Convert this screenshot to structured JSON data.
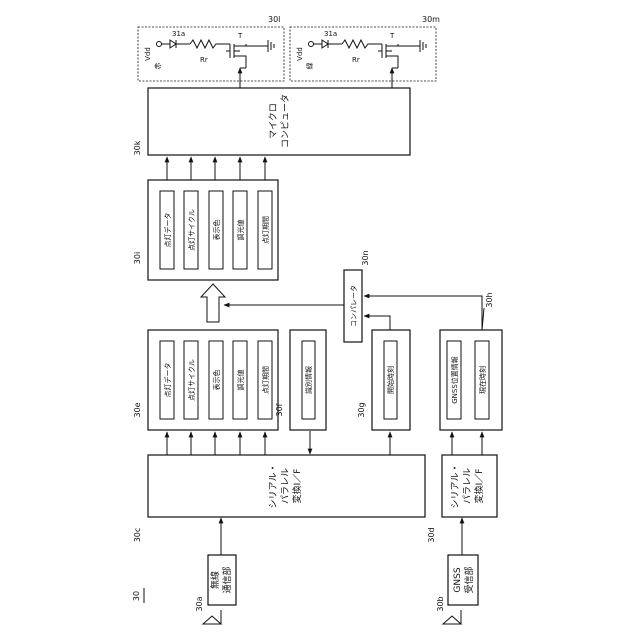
{
  "figure_ref": "30",
  "blocks": {
    "wireless": {
      "ref": "30a",
      "label_lines": [
        "無線",
        "通信部"
      ]
    },
    "gnss_receiver": {
      "ref": "30b",
      "label_lines": [
        "GNSS",
        "受信部"
      ]
    },
    "serial_parallel_main": {
      "ref": "30c",
      "label_lines": [
        "シリアル・",
        "パラレル",
        "変換I／F"
      ]
    },
    "serial_parallel_gnss": {
      "ref": "30d",
      "label_lines": [
        "シリアル・",
        "パラレル",
        "変換I／F"
      ]
    },
    "registers_30e": {
      "ref": "30e",
      "fields": [
        "点灯データ",
        "点灯サイクル",
        "表示色",
        "調光値",
        "点灯期間"
      ]
    },
    "id_info": {
      "ref": "30f",
      "field": "識別情報"
    },
    "start_time": {
      "ref": "30g",
      "field": "開始時刻"
    },
    "gnss_info": {
      "ref": "30h",
      "fields": [
        "GNSS位置情報",
        "現在時刻"
      ]
    },
    "registers_30i": {
      "ref": "30i",
      "fields": [
        "点灯データ",
        "点灯サイクル",
        "表示色",
        "調光値",
        "点灯期間"
      ]
    },
    "microcomputer": {
      "ref": "30k",
      "label_lines": [
        "マイクロ",
        "コンピュータ"
      ]
    },
    "comparator": {
      "ref": "30n",
      "label": "コンパレータ"
    },
    "driver_red": {
      "ref": "30l",
      "vdd": "Vdd",
      "led": "31a",
      "color": "赤",
      "resistor": "Rr",
      "transistor": "T"
    },
    "driver_green": {
      "ref": "30m",
      "vdd": "Vdd",
      "led": "31a",
      "color": "緑",
      "resistor": "Rr",
      "transistor": "T"
    }
  }
}
